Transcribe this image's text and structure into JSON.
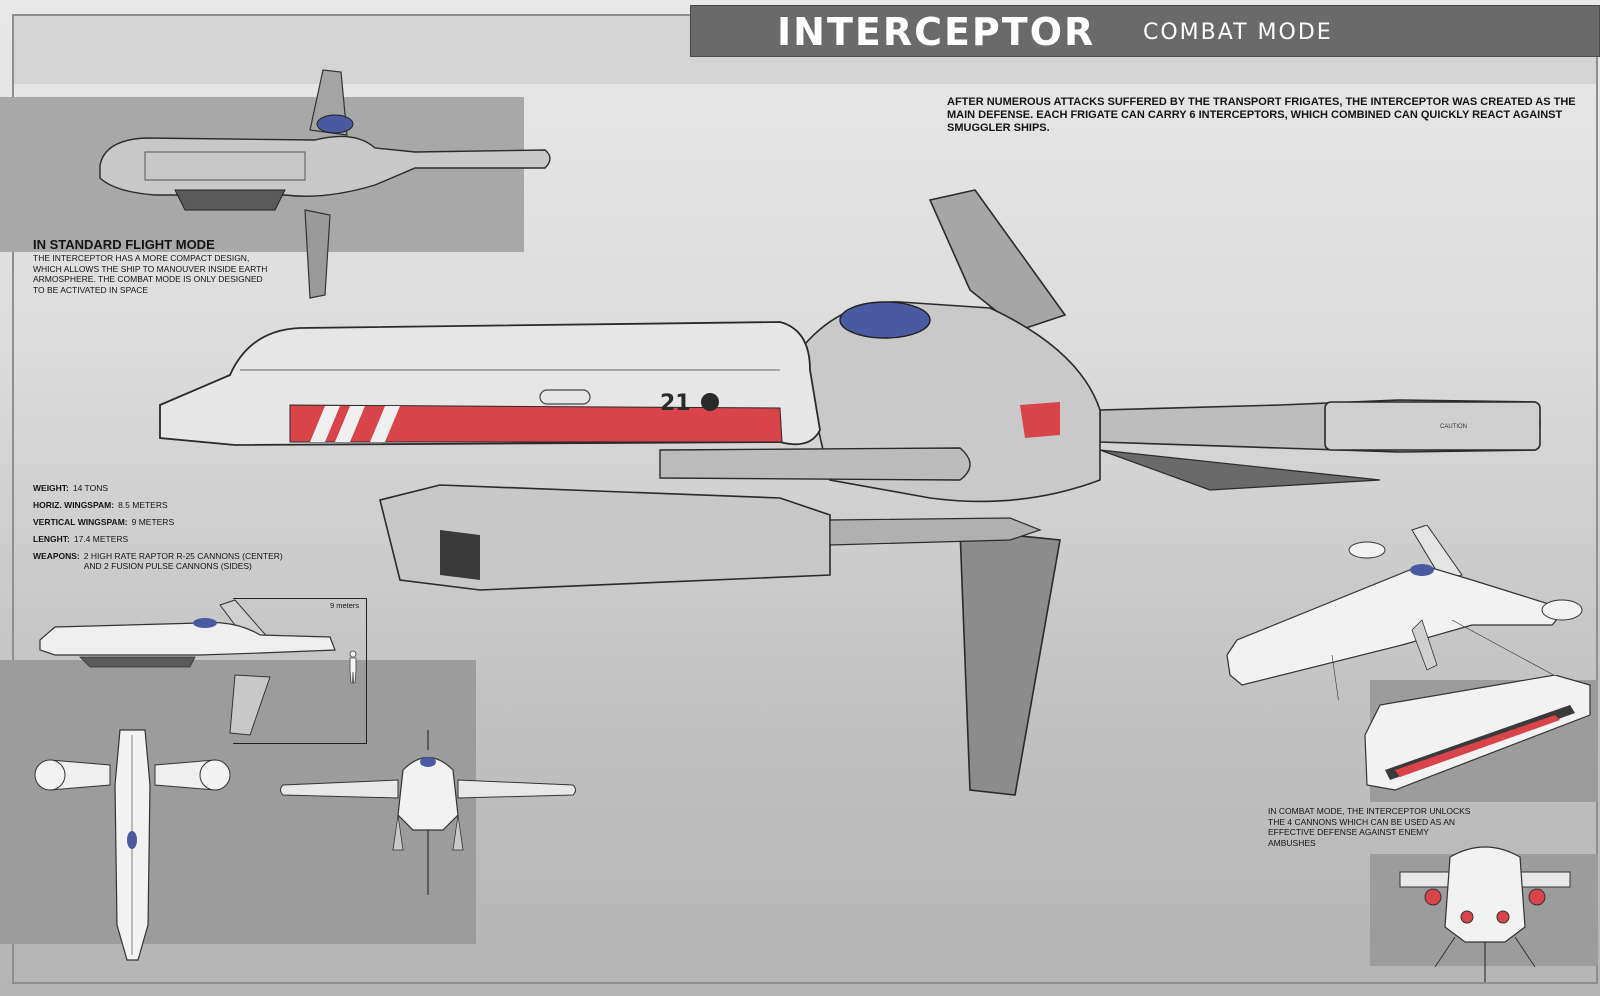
{
  "header": {
    "title": "INTERCEPTOR",
    "subtitle": "COMBAT MODE"
  },
  "intro_text": "AFTER NUMEROUS ATTACKS SUFFERED BY THE TRANSPORT FRIGATES, THE INTERCEPTOR WAS CREATED AS THE MAIN DEFENSE. EACH FRIGATE CAN CARRY 6 INTERCEPTORS, WHICH COMBINED CAN QUICKLY REACT AGAINST SMUGGLER SHIPS.",
  "standard_flight": {
    "title": "IN STANDARD FLIGHT MODE",
    "description": "THE INTERCEPTOR HAS A MORE COMPACT DESIGN, WHICH ALLOWS THE SHIP TO MANOUVER INSIDE EARTH ARMOSPHERE. THE COMBAT MODE IS ONLY DESIGNED TO BE ACTIVATED IN SPACE"
  },
  "specs": [
    {
      "label": "WEIGHT:",
      "value": "14 TONS"
    },
    {
      "label": "HORIZ. WINGSPAM:",
      "value": "8.5 METERS"
    },
    {
      "label": "VERTICAL WINGSPAM:",
      "value": "9 METERS"
    },
    {
      "label": "LENGHT:",
      "value": "17.4 METERS"
    },
    {
      "label": "WEAPONS:",
      "value": "2 HIGH RATE RAPTOR R-25 CANNONS (CENTER)\nAND 2 FUSION PULSE CANNONS (SIDES)"
    }
  ],
  "scale_label": "9 meters",
  "combat_mode_text": "IN COMBAT MODE, THE INTERCEPTOR UNLOCKS THE 4 CANNONS WHICH CAN BE USED AS AN EFFECTIVE DEFENSE AGAINST ENEMY AMBUSHES",
  "hull_number": "21",
  "hull_marking": "CAUTION",
  "colors": {
    "title_bar": "#6a6a6a",
    "hull": "#e6e6e6",
    "accent_stripe": "#d8444a",
    "canopy": "#4a5aa0",
    "panel": "#a8a8a8"
  }
}
